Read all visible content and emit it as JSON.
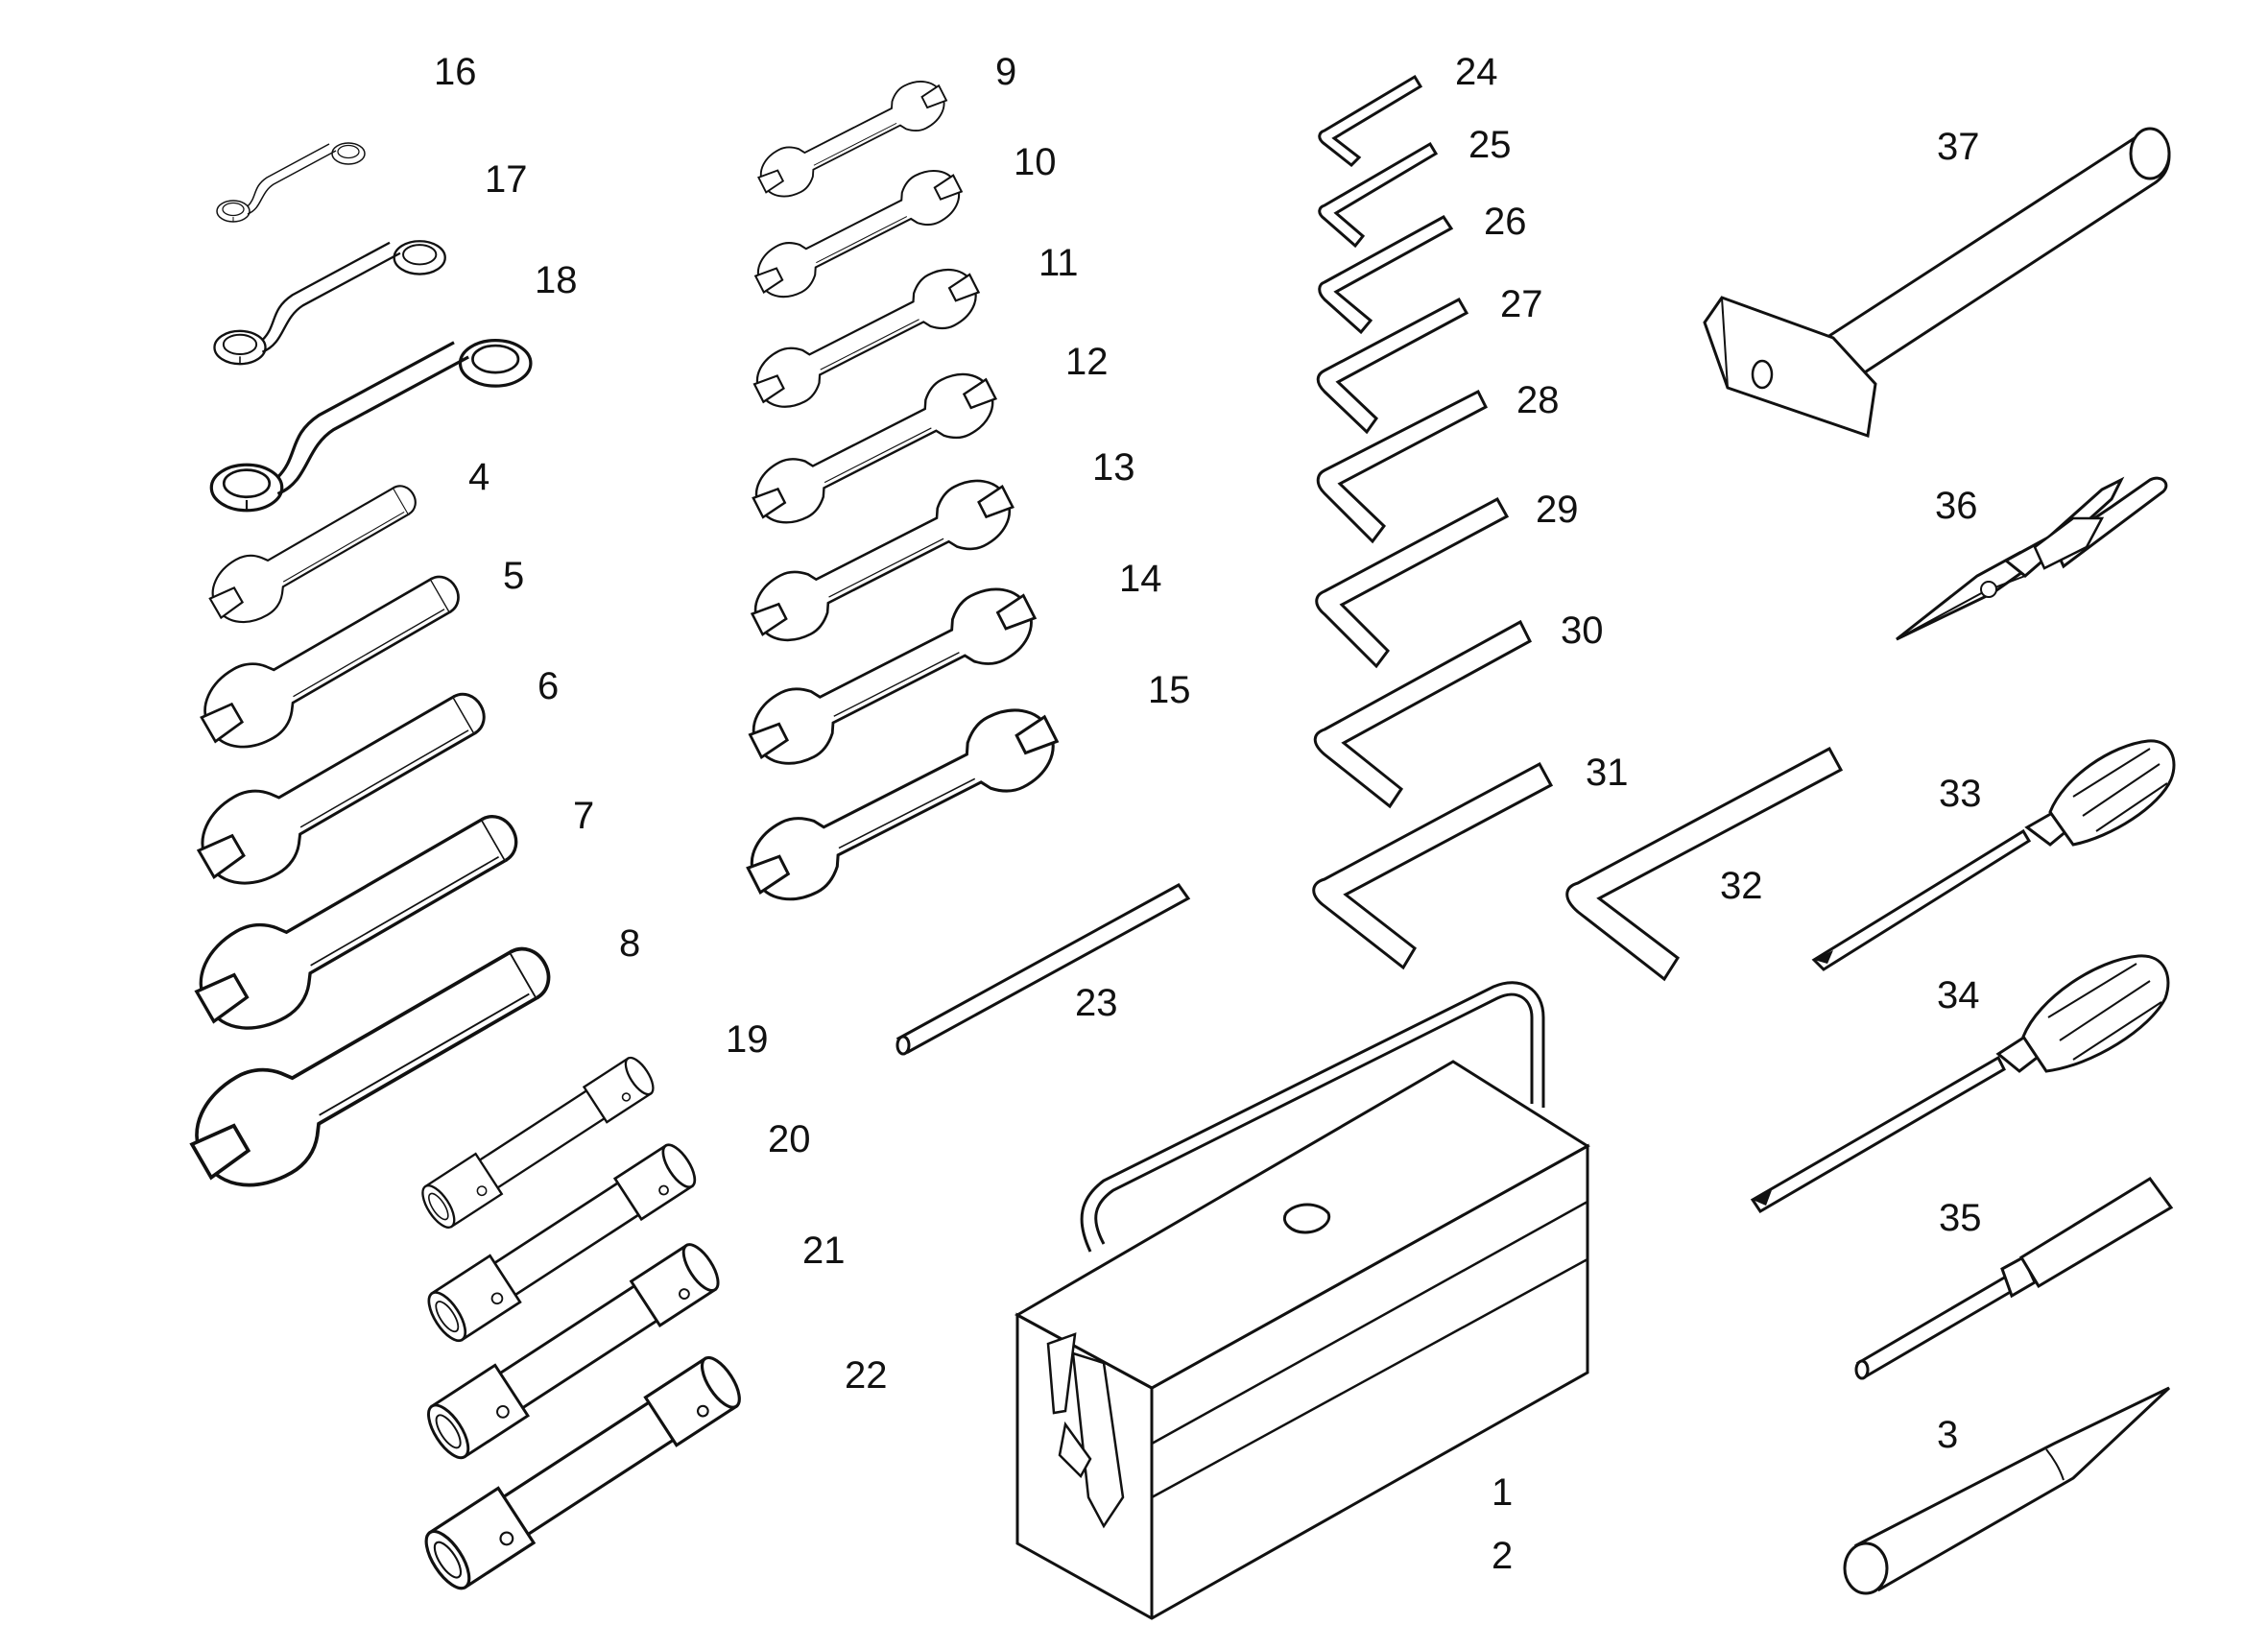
{
  "diagram": {
    "labels": {
      "l1": "1",
      "l2": "2",
      "l3": "3",
      "l4": "4",
      "l5": "5",
      "l6": "6",
      "l7": "7",
      "l8": "8",
      "l9": "9",
      "l10": "10",
      "l11": "11",
      "l12": "12",
      "l13": "13",
      "l14": "14",
      "l15": "15",
      "l16": "16",
      "l17": "17",
      "l18": "18",
      "l19": "19",
      "l20": "20",
      "l21": "21",
      "l22": "22",
      "l23": "23",
      "l24": "24",
      "l25": "25",
      "l26": "26",
      "l27": "27",
      "l28": "28",
      "l29": "29",
      "l30": "30",
      "l31": "31",
      "l32": "32",
      "l33": "33",
      "l34": "34",
      "l35": "35",
      "l36": "36",
      "l37": "37"
    },
    "colors": {
      "ink": "#111111",
      "paper": "#ffffff"
    }
  }
}
